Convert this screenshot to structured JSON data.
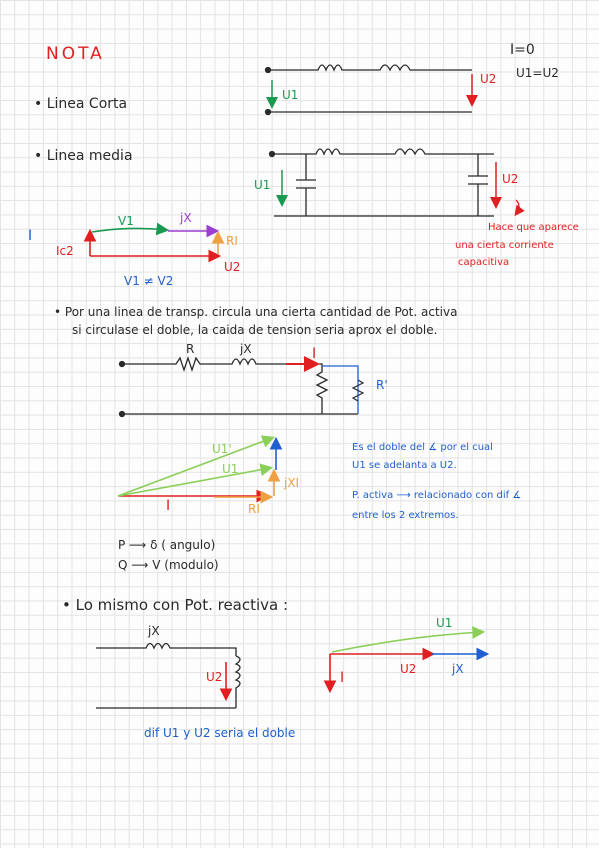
{
  "title": "NOTA",
  "colors": {
    "red": "#e02020",
    "green": "#1a9a50",
    "blue": "#1f5fd0",
    "orange": "#f0a040",
    "lightgreen": "#8bcf5a",
    "purple": "#9b3fd0",
    "ink": "#2a2a2a"
  },
  "top_right": {
    "line1": "I=0",
    "line2": "U1=U2"
  },
  "bullets": {
    "short": "• Linea Corta",
    "medium": "• Linea media"
  },
  "short_line": {
    "u1": "U1",
    "u2": "U2"
  },
  "medium_line": {
    "u1": "U1",
    "u2": "U2",
    "note1": "Hace que aparece",
    "note2": "una cierta corriente",
    "note3": "capacitiva"
  },
  "phasor1": {
    "i": "I",
    "ic2": "Ic2",
    "v1": "V1",
    "jx": "jX",
    "ri": "RI",
    "u2": "U2",
    "relation": "V1 ≠ V2"
  },
  "paragraph": {
    "line1": "• Por una linea de transp. circula una cierta cantidad de Pot. activa",
    "line2": "si circulase el doble, la caida de tension seria aprox el doble."
  },
  "circuit2": {
    "r": "R",
    "jx": "jX",
    "i": "I",
    "rprime": "R'"
  },
  "phasor2": {
    "u1p": "U1'",
    "u1": "U1",
    "jxi": "jXI",
    "ri": "RI",
    "i": "I"
  },
  "note_blue": {
    "line1": "Es el doble   del ∡  por el cual",
    "line2": "U1  se adelanta  a  U2.",
    "line3": "P. activa  ⟶  relacionado con  dif ∡",
    "line4": "entre los 2   extremos."
  },
  "relations": {
    "p": "P ⟶ δ  ( angulo)",
    "q": "Q ⟶ V  (modulo)"
  },
  "reactive": {
    "heading": "•  Lo mismo con   Pot. reactiva :",
    "jx": "jX",
    "u2": "U2",
    "u1": "U1",
    "u2b": "U2",
    "jxb": "jX",
    "i": "I",
    "footer": "dif  U1  y  U2  seria    el doble"
  }
}
